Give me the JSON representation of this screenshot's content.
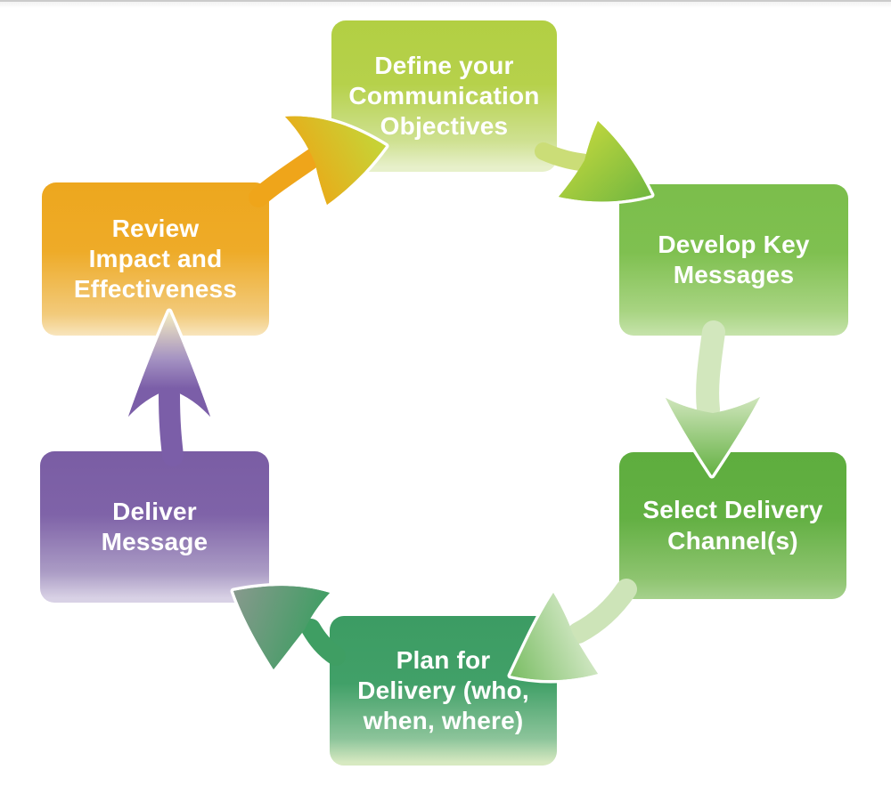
{
  "diagram": {
    "type": "cycle-diagram",
    "background_color": "#ffffff",
    "top_rule_color": "#cbcbcb",
    "text_color": "#ffffff",
    "steps": [
      {
        "id": "define-objectives",
        "label": [
          "Define your",
          "Communication",
          "Objectives"
        ],
        "fill_top": "#b2cf43",
        "fill_bottom": "#e7f0ca"
      },
      {
        "id": "develop-key-messages",
        "label": [
          "Develop Key",
          "Messages"
        ],
        "fill_top": "#7bbe4b",
        "fill_bottom": "#c6e3ab"
      },
      {
        "id": "select-delivery-channels",
        "label": [
          "Select Delivery",
          "Channel(s)"
        ],
        "fill_top": "#5ead3e",
        "fill_bottom": "#a6d18d"
      },
      {
        "id": "plan-for-delivery",
        "label": [
          "Plan for",
          "Delivery (who,",
          "when, where)"
        ],
        "fill_top": "#3c9c63",
        "fill_bottom": "#d7e9c1"
      },
      {
        "id": "deliver-message",
        "label": [
          "Deliver",
          "Message"
        ],
        "fill_top": "#7a5da4",
        "fill_bottom": "#d8d1e5"
      },
      {
        "id": "review-impact",
        "label": [
          "Review",
          "Impact and",
          "Effectiveness"
        ],
        "fill_top": "#eda71e",
        "fill_bottom": "#f8e5bd"
      }
    ],
    "arrows": [
      {
        "from": "review-impact",
        "to": "define-objectives",
        "color_start": "#efa414",
        "color_end": "#c3d739"
      },
      {
        "from": "define-objectives",
        "to": "develop-key-messages",
        "color_start": "#bcd53e",
        "color_end": "#74b83f"
      },
      {
        "from": "develop-key-messages",
        "to": "select-delivery-channels",
        "color_start": "#cfe5bb",
        "color_end": "#64b143"
      },
      {
        "from": "select-delivery-channels",
        "to": "plan-for-delivery",
        "color_start": "#d9ebcc",
        "color_end": "#7cbe66"
      },
      {
        "from": "plan-for-delivery",
        "to": "deliver-message",
        "color_start": "#87998d",
        "color_end": "#3f9e63"
      },
      {
        "from": "deliver-message",
        "to": "review-impact",
        "color_start": "#f4ebc0",
        "color_end": "#7b5ea8"
      }
    ]
  }
}
